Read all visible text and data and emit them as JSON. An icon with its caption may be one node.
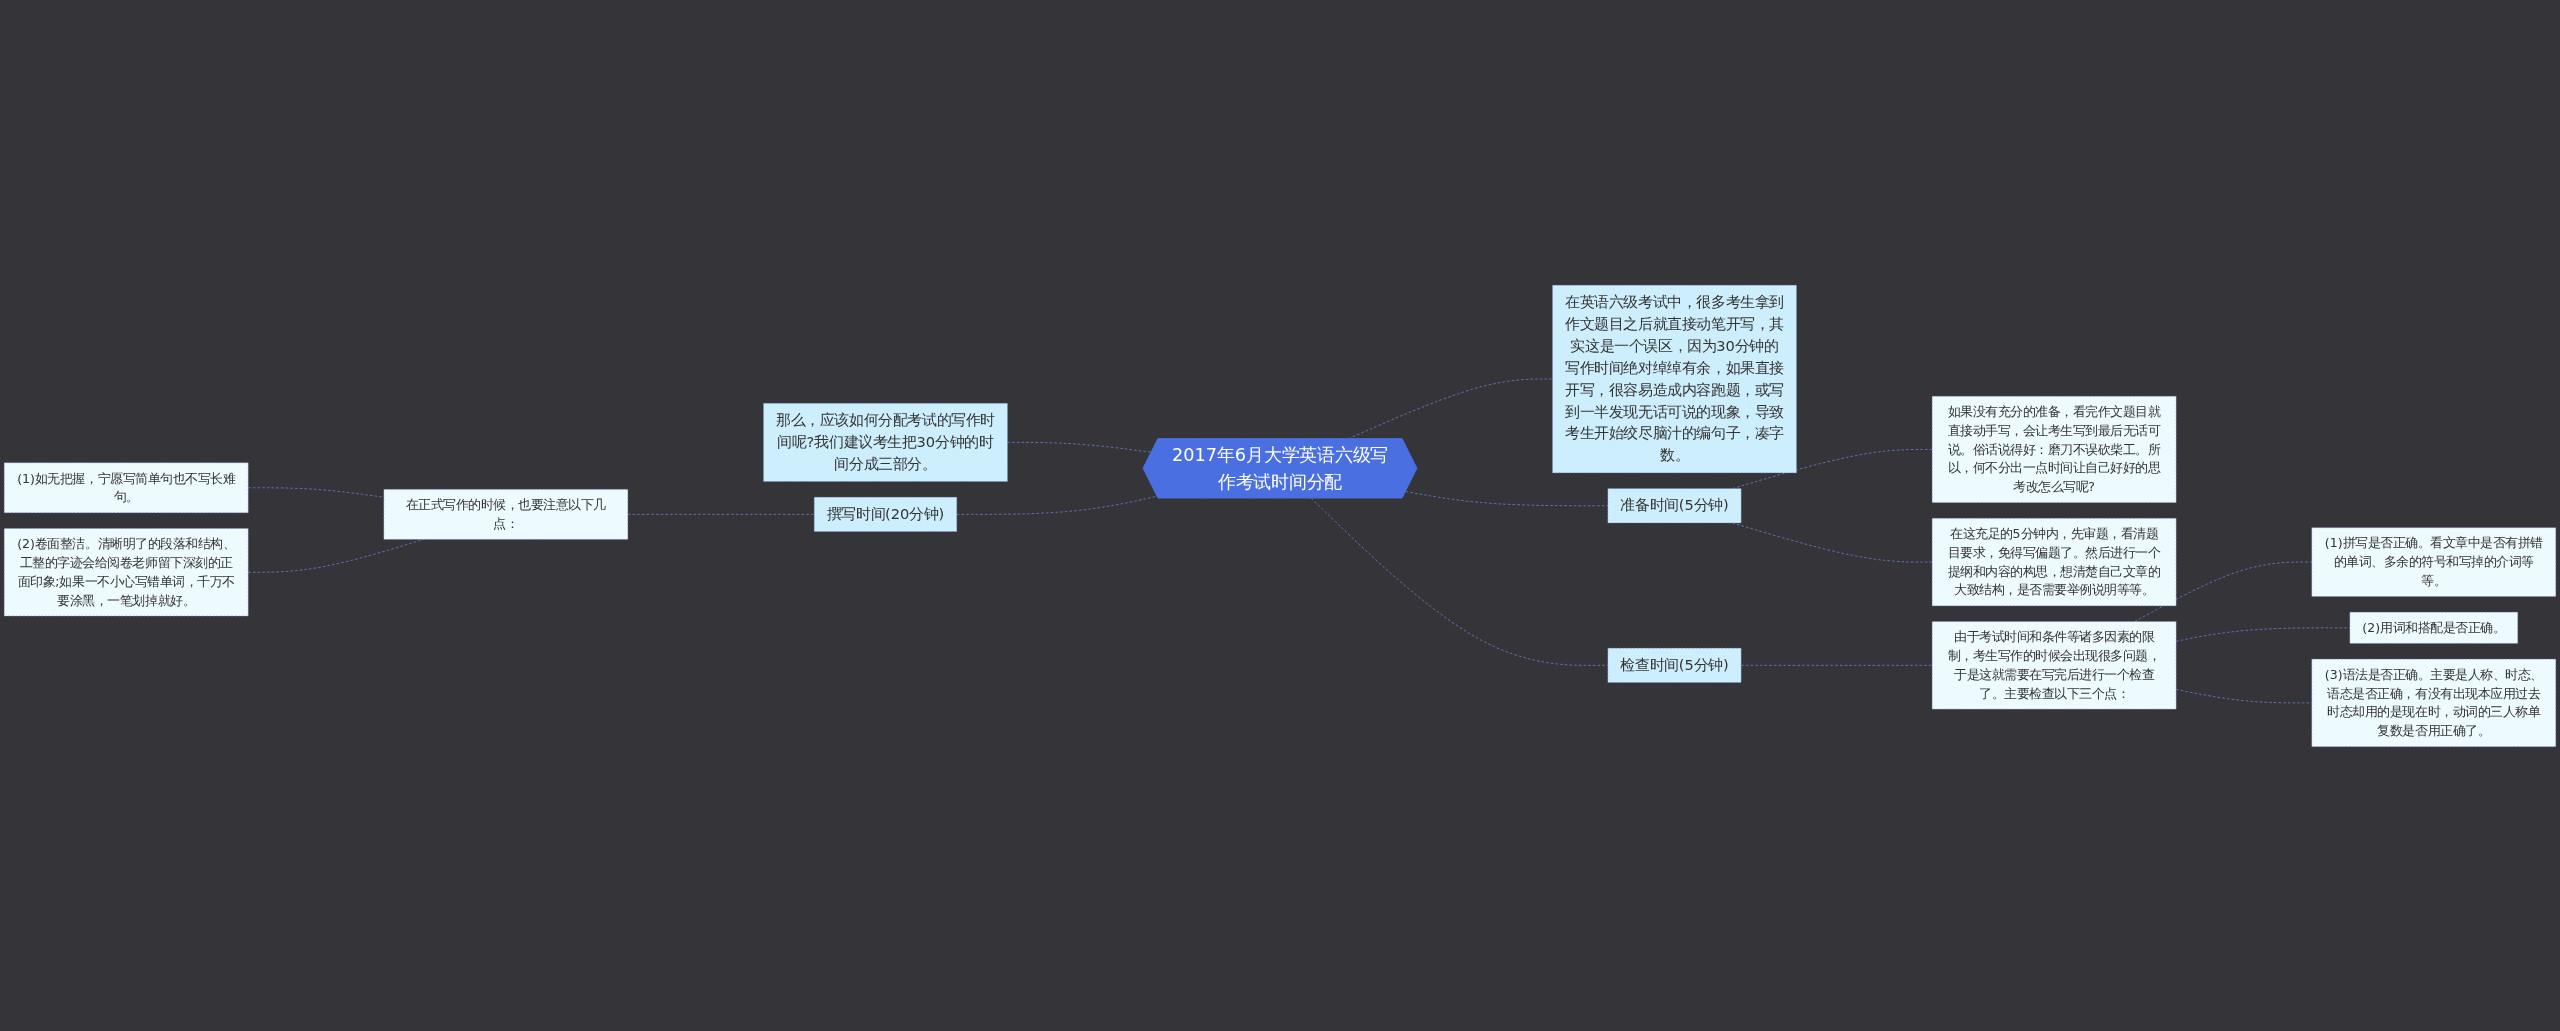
{
  "diagram": {
    "nodes": [
      {
        "text": [
          "2017年6月大学英语六级写作考试时间分配"
        ]
      },
      {
        "text": [
          "那么，应该如何分配考试的写作时间呢?我们建议考生把30分钟的时间分成三部分。"
        ]
      },
      {
        "text": [
          "撰写时间(20分钟)"
        ]
      },
      {
        "text": [
          "在正式写作的时候，也要注意以下几点："
        ]
      },
      {
        "text": [
          "(1)如无把握，宁愿写简单句也不写长难句。"
        ]
      },
      {
        "text": [
          "(2)卷面整洁。清晰明了的段落和结构、工整的字迹会给阅卷老师留下深刻的正面印象;如果一不小心写错单词，千万不要涂黑，一笔划掉就好。"
        ]
      },
      {
        "text": [
          "在英语六级考试中，很多考生拿到作文题目之后就直接动笔开写，其实这是一个误区，因为30分钟的写作时间绝对绰绰有余，如果直接开写，很容易造成内容跑题，或写到一半发现无话可说的现象，导致考生开始绞尽脑汁的编句子，凑字数。"
        ]
      },
      {
        "text": [
          "准备时间(5分钟)"
        ]
      },
      {
        "text": [
          "如果没有充分的准备，看完作文题目就直接动手写，会让考生写到最后无话可说。俗话说得好：磨刀不误砍柴工。所以，何不分出一点时间让自己好好的思考改怎么写呢?"
        ]
      },
      {
        "text": [
          "在这充足的5分钟内，先审题，看清题目要求，免得写偏题了。然后进行一个提纲和内容的构思，想清楚自己文章的大致结构，是否需要举例说明等等。"
        ]
      },
      {
        "text": [
          "检查时间(5分钟)"
        ]
      },
      {
        "text": [
          "由于考试时间和条件等诸多因素的限制，考生写作的时候会出现很多问题，于是这就需要在写完后进行一个检查了。主要检查以下三个点："
        ]
      },
      {
        "text": [
          "(1)拼写是否正确。看文章中是否有拼错的单词、多余的符号和写掉的介词等等。"
        ]
      },
      {
        "text": [
          "(2)用词和搭配是否正确。"
        ]
      },
      {
        "text": [
          "(3)语法是否正确。主要是人称、时态、语态是否正确，有没有出现本应用过去时态却用的是现在时，动词的三人称单复数是否用正确了。"
        ]
      }
    ],
    "edges": [
      {
        "from": 1,
        "to": 0,
        "arrow": "none",
        "style": "dashed"
      },
      {
        "from": 2,
        "to": 0,
        "arrow": "none",
        "style": "dashed"
      },
      {
        "from": 3,
        "to": 2,
        "arrow": "none",
        "style": "dashed"
      },
      {
        "from": 4,
        "to": 3,
        "arrow": "none",
        "style": "dashed"
      },
      {
        "from": 5,
        "to": 3,
        "arrow": "none",
        "style": "dashed"
      },
      {
        "from": 0,
        "to": 6,
        "arrow": "none",
        "style": "dashed"
      },
      {
        "from": 0,
        "to": 7,
        "arrow": "none",
        "style": "dashed"
      },
      {
        "from": 7,
        "to": 8,
        "arrow": "none",
        "style": "dashed"
      },
      {
        "from": 7,
        "to": 9,
        "arrow": "none",
        "style": "dashed"
      },
      {
        "from": 0,
        "to": 10,
        "arrow": "none",
        "style": "dashed"
      },
      {
        "from": 10,
        "to": 11,
        "arrow": "none",
        "style": "dashed"
      },
      {
        "from": 11,
        "to": 12,
        "arrow": "none",
        "style": "dashed"
      },
      {
        "from": 11,
        "to": 13,
        "arrow": "none",
        "style": "dashed"
      },
      {
        "from": 11,
        "to": 14,
        "arrow": "none",
        "style": "dashed"
      }
    ]
  }
}
